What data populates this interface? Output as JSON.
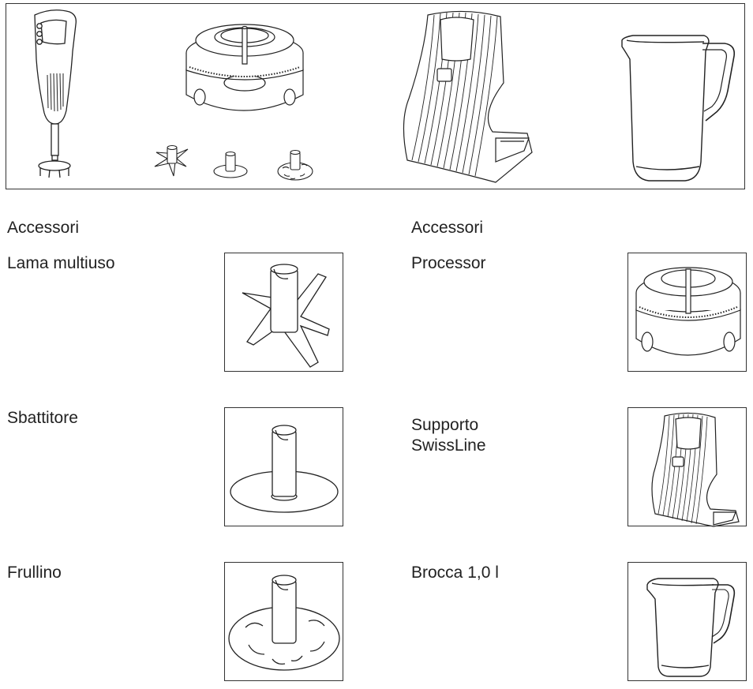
{
  "illustration": {
    "items": [
      {
        "icon": "hand-blender-icon"
      },
      {
        "icon": "processor-bowl-icon"
      },
      {
        "icon": "multipurpose-blade-small-icon"
      },
      {
        "icon": "whisk-disc-small-icon"
      },
      {
        "icon": "frother-disc-small-icon"
      },
      {
        "icon": "swissline-stand-icon"
      },
      {
        "icon": "jug-icon"
      }
    ]
  },
  "left_column": {
    "heading": "Accessori",
    "items": [
      {
        "label": "Lama multiuso",
        "icon": "multipurpose-blade-icon"
      },
      {
        "label": "Sbattitore",
        "icon": "whisk-disc-icon"
      },
      {
        "label": "Frullino",
        "icon": "frother-disc-icon"
      }
    ]
  },
  "right_column": {
    "heading": "Accessori",
    "items": [
      {
        "label": "Processor",
        "icon": "processor-icon"
      },
      {
        "label": "Supporto\nSwissLine",
        "icon": "swissline-stand-icon"
      },
      {
        "label": "Brocca 1,0 l",
        "icon": "jug-icon"
      }
    ]
  }
}
